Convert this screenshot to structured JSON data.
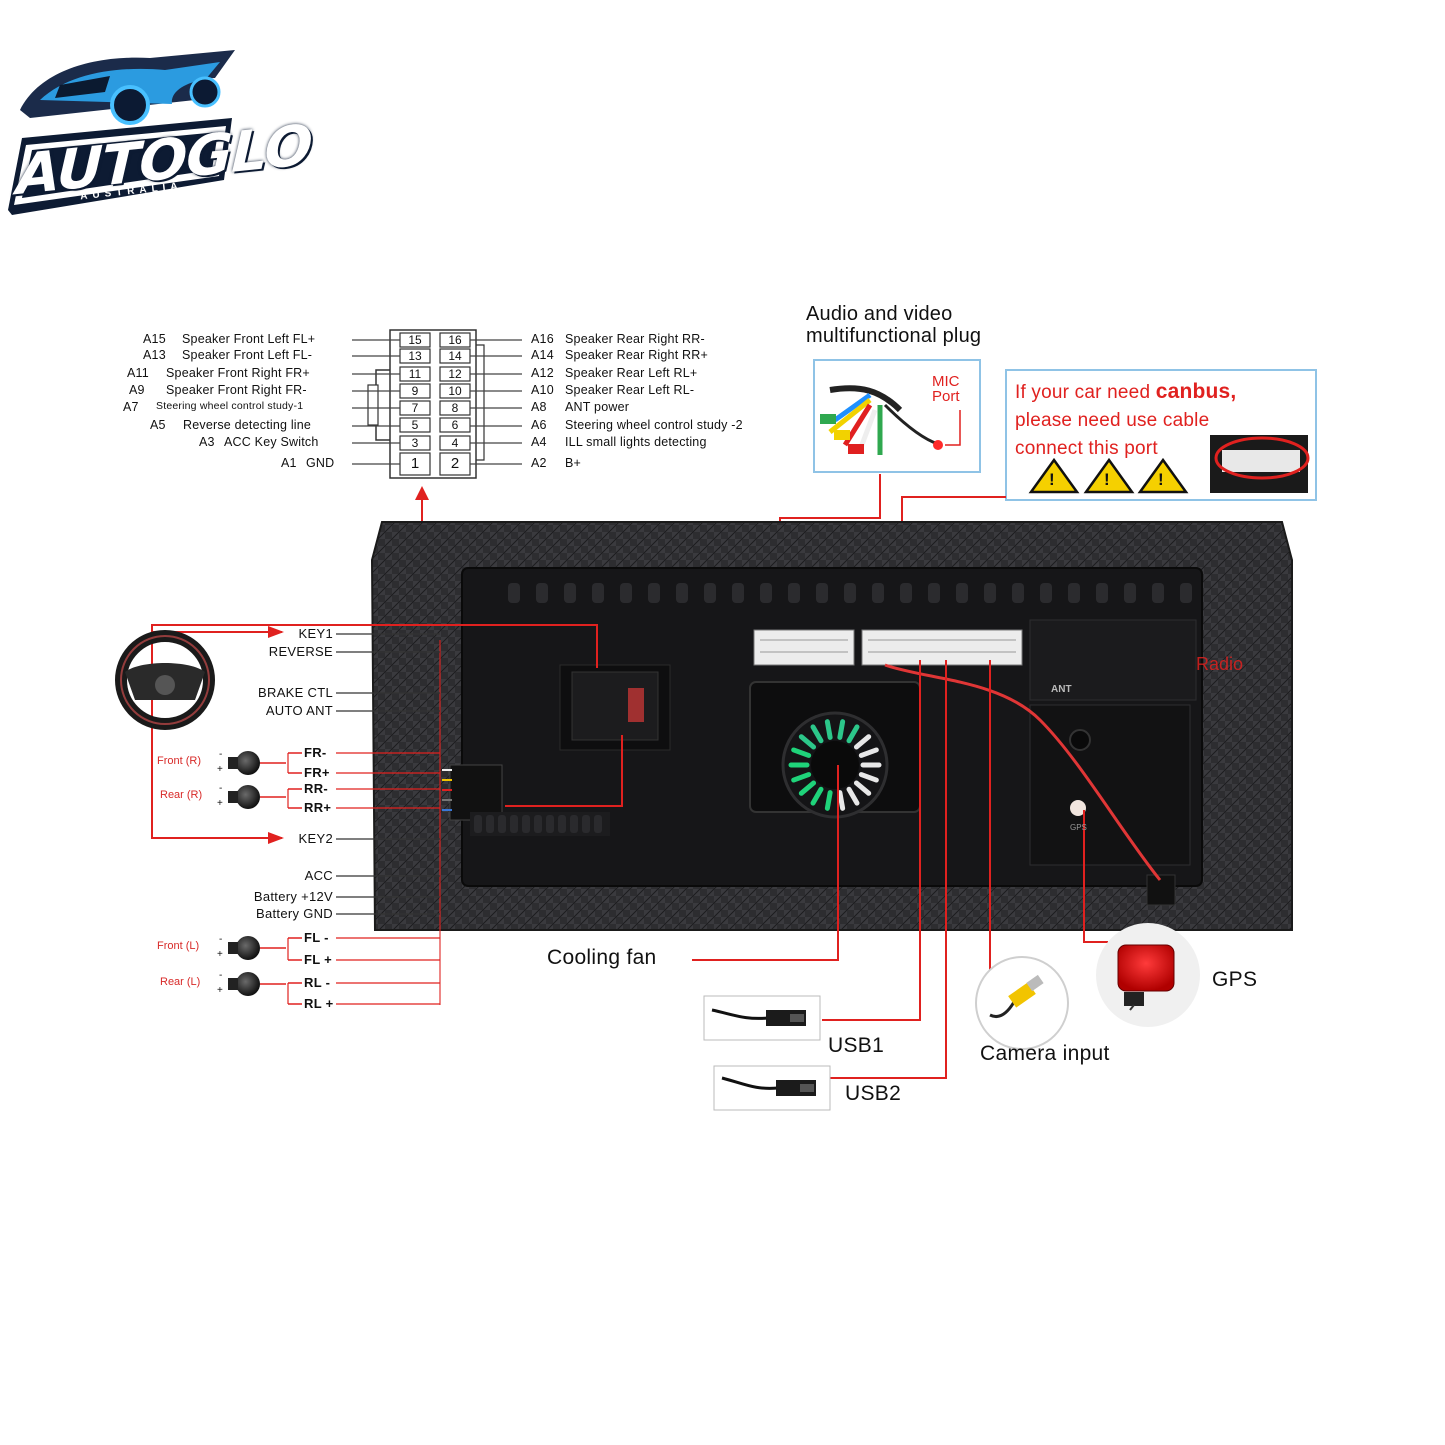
{
  "brand": {
    "name": "AUTOGLO",
    "tagline": "AUSTRALIA"
  },
  "connector": {
    "left_pins": [
      {
        "code": "A15",
        "desc": "Speaker Front Left FL+"
      },
      {
        "code": "A13",
        "desc": "Speaker Front Left FL-"
      },
      {
        "code": "A11",
        "desc": "Speaker Front Right FR+"
      },
      {
        "code": "A9",
        "desc": "Speaker Front Right FR-"
      },
      {
        "code": "A7",
        "desc": "Steering wheel control study-1"
      },
      {
        "code": "A5",
        "desc": "Reverse detecting line"
      },
      {
        "code": "A3",
        "desc": "ACC Key Switch"
      },
      {
        "code": "A1",
        "desc": "GND"
      }
    ],
    "right_pins": [
      {
        "code": "A16",
        "desc": "Speaker Rear Right RR-"
      },
      {
        "code": "A14",
        "desc": "Speaker Rear Right RR+"
      },
      {
        "code": "A12",
        "desc": "Speaker Rear Left RL+"
      },
      {
        "code": "A10",
        "desc": "Speaker Rear Left RL-"
      },
      {
        "code": "A8",
        "desc": "ANT power"
      },
      {
        "code": "A6",
        "desc": "Steering wheel control study -2"
      },
      {
        "code": "A4",
        "desc": "ILL small lights detecting"
      },
      {
        "code": "A2",
        "desc": "B+"
      }
    ],
    "numbers_left": [
      "15",
      "13",
      "11",
      "9",
      "7",
      "5",
      "3",
      "1"
    ],
    "numbers_right": [
      "16",
      "14",
      "12",
      "10",
      "8",
      "6",
      "4",
      "2"
    ]
  },
  "av_plug": {
    "title_line1": "Audio and video",
    "title_line2": "multifunctional plug",
    "mic_line1": "MIC",
    "mic_line2": "Port"
  },
  "canbus": {
    "line1_prefix": "If your car need ",
    "line1_bold": "canbus,",
    "line2": "please need use cable",
    "line3": "connect this port",
    "warning_symbol": "!"
  },
  "harness": {
    "key1": "KEY1",
    "reverse": "REVERSE",
    "brake": "BRAKE CTL",
    "auto_ant": "AUTO ANT",
    "fr_minus": "FR-",
    "fr_plus": "FR+",
    "rr_minus": "RR-",
    "rr_plus": "RR+",
    "key2": "KEY2",
    "acc": "ACC",
    "battery12": "Battery +12V",
    "battery_gnd": "Battery GND",
    "fl_minus": "FL -",
    "fl_plus": "FL +",
    "rl_minus": "RL -",
    "rl_plus": "RL +",
    "front_r": "Front (R)",
    "rear_r": "Rear (R)",
    "front_l": "Front (L)",
    "rear_l": "Rear (L)",
    "minus": "-",
    "plus": "+"
  },
  "unit": {
    "radio": "Radio",
    "ant": "ANT",
    "gps_tiny": "GPS"
  },
  "callouts": {
    "cooling_fan": "Cooling fan",
    "usb1": "USB1",
    "usb2": "USB2",
    "camera": "Camera input",
    "gps": "GPS"
  },
  "colors": {
    "wire": "#e0211f",
    "panel": "#2a2a2c",
    "panel_dark": "#141415",
    "accent_blue": "#1aa0e6",
    "warning_yellow": "#f5d000"
  }
}
